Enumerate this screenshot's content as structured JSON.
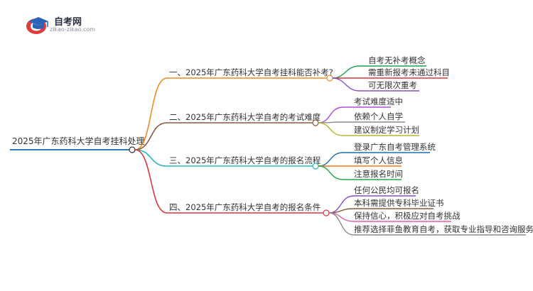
{
  "logo": {
    "title": "自考网",
    "subtitle": "zikao-zikao.com",
    "icon": "graduation-cap-icon"
  },
  "mindmap": {
    "root": {
      "label": "2025年广东药科大学自考挂科处理",
      "color": "#2c7fb8"
    },
    "branches": [
      {
        "label": "一、2025年广东药科大学自考挂科能否补考?",
        "color": "#f08a24",
        "children": [
          {
            "label": "自考无补考概念",
            "color": "#1aa34a"
          },
          {
            "label": "需重新报考未通过科目",
            "color": "#d9363e"
          },
          {
            "label": "可无限次重考",
            "color": "#8b4fc8"
          }
        ]
      },
      {
        "label": "二、2025年广东药科大学自考的考试难度",
        "color": "#8b5a3c",
        "children": [
          {
            "label": "考试难度适中",
            "color": "#b04fd8"
          },
          {
            "label": "依赖个人自学",
            "color": "#8c8c8c"
          },
          {
            "label": "建议制定学习计划",
            "color": "#b5b82a"
          }
        ]
      },
      {
        "label": "三、2025年广东药科大学自考的报名流程",
        "color": "#2bb5c0",
        "children": [
          {
            "label": "登录广东自考管理系统",
            "color": "#1f6fb5"
          },
          {
            "label": "填写个人信息",
            "color": "#ef7b1a"
          },
          {
            "label": "注意报名时间",
            "color": "#27a844"
          }
        ]
      },
      {
        "label": "四、2025年广东药科大学自考的报名条件",
        "color": "#d9363e",
        "children": [
          {
            "label": "任何公民均可报名",
            "color": "#8b4fc8"
          },
          {
            "label": "本科需提供专科毕业证书",
            "color": "#8b5a3c"
          },
          {
            "label": "保持信心，积极应对自考挑战",
            "color": "#e85aa8"
          },
          {
            "label": "推荐选择菲鱼教育自考，获取专业指导和咨询服务",
            "color": "#8c8c8c"
          }
        ]
      }
    ]
  }
}
